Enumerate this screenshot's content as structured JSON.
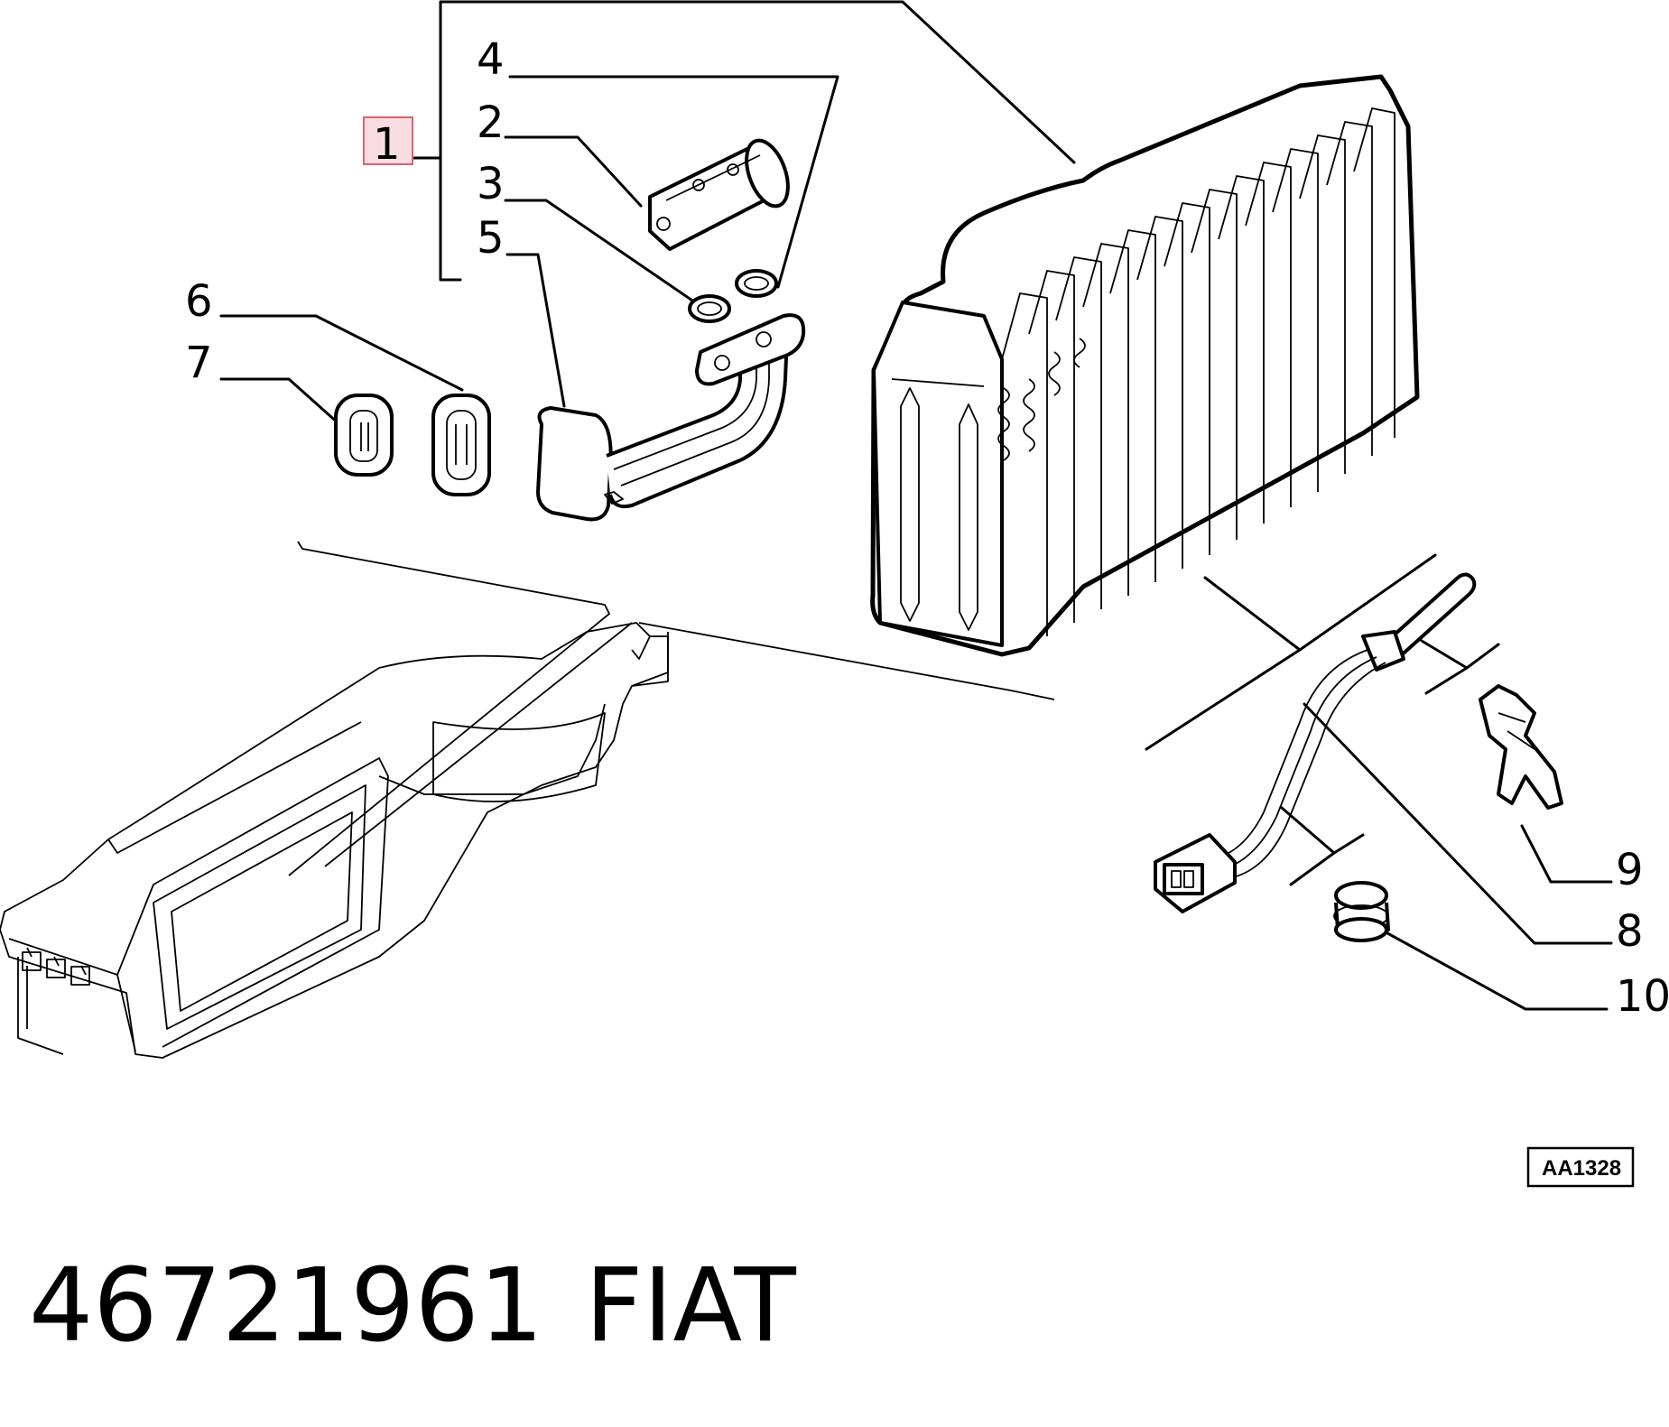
{
  "diagram": {
    "callouts": {
      "c1": "1",
      "c2": "2",
      "c3": "3",
      "c4": "4",
      "c5": "5",
      "c6": "6",
      "c7": "7",
      "c8": "8",
      "c9": "9",
      "c10": "10"
    },
    "highlighted_callout": "1",
    "highlight_color": "#f9dde2",
    "reference_code": "AA1328"
  },
  "caption": {
    "part_number": "46721961",
    "brand": "FIAT"
  }
}
